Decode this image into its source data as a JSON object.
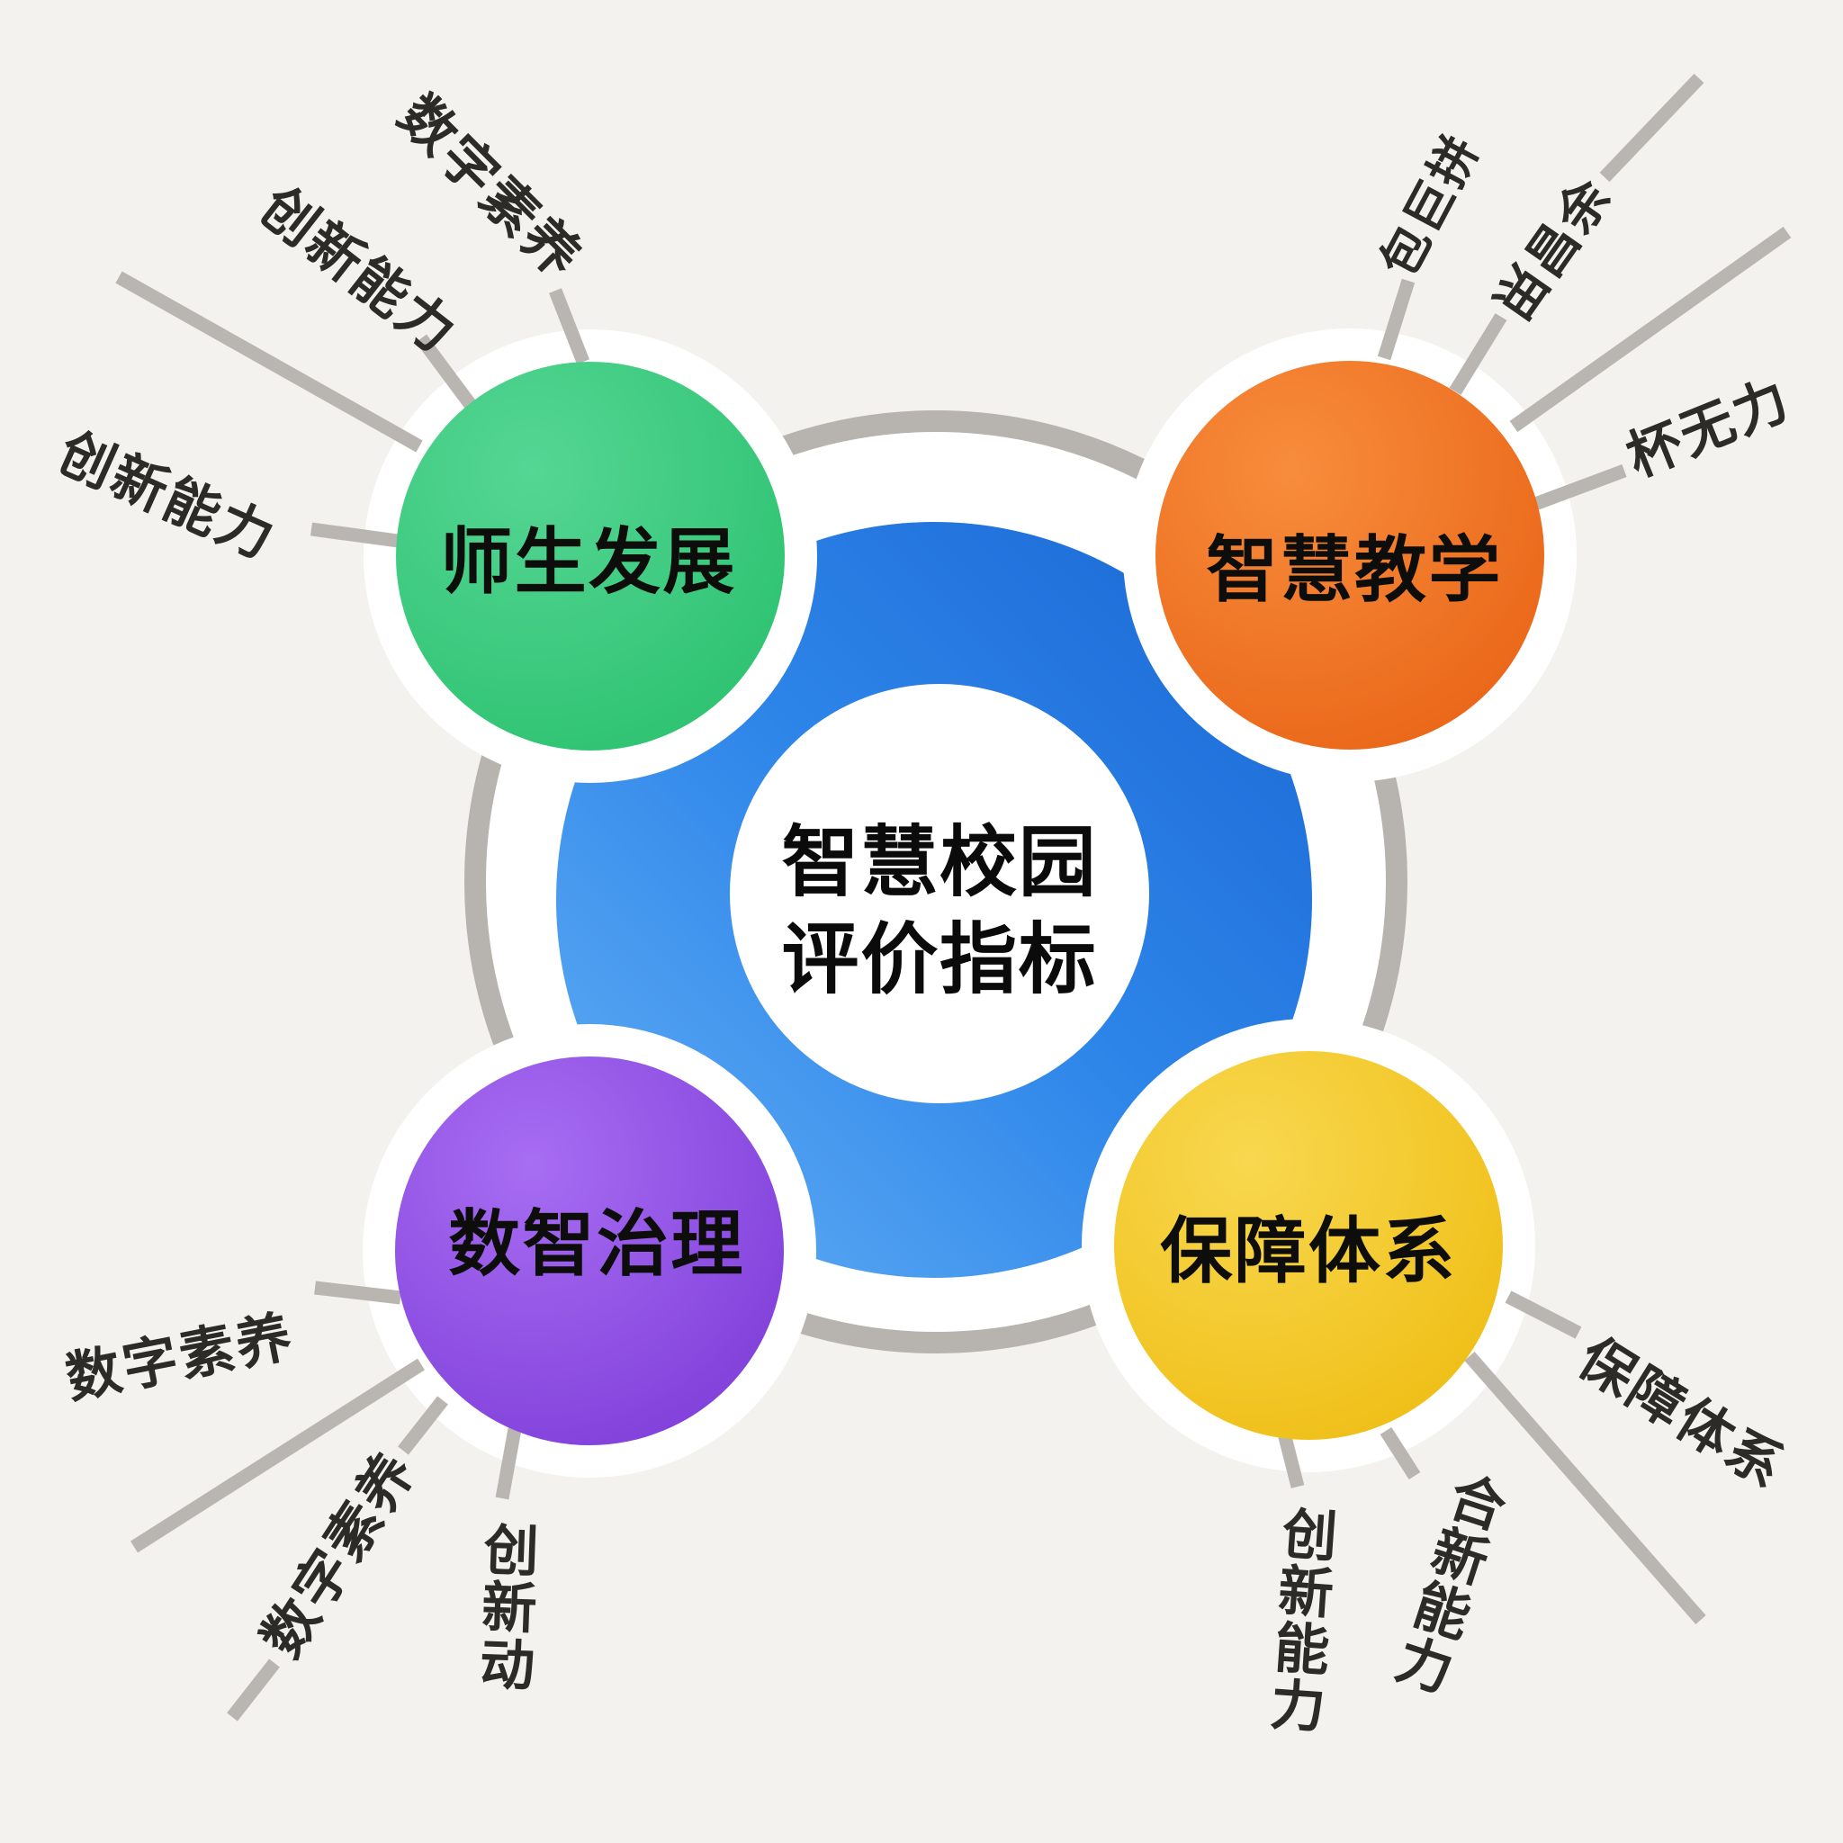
{
  "hub": {
    "title_line1": "智慧校园",
    "title_line2": "评价指标",
    "outer_color": "#2e86e9",
    "inner_color": "#ffffff"
  },
  "categories": [
    {
      "name": "师生发展",
      "color": "#3ecb80",
      "position": "top-left",
      "spoke_labels": [
        "数字素养",
        "创新能力",
        "创新能力"
      ]
    },
    {
      "name": "智慧教学",
      "color": "#f0731f",
      "position": "top-right",
      "spoke_labels": [
        "包巨拼",
        "畄昌余",
        "杯无力"
      ]
    },
    {
      "name": "数智治理",
      "color": "#8f4fe4",
      "position": "bottom-left",
      "spoke_labels": [
        "数字素养",
        "数字素养",
        "创新动"
      ]
    },
    {
      "name": "保障体系",
      "color": "#f4c81d",
      "position": "bottom-right",
      "spoke_labels": [
        "保障体系",
        "合新能力",
        "创新能力"
      ]
    }
  ],
  "styles": {
    "background": "#f4f2ee",
    "ring_color": "#b7b4b0",
    "spoke_color": "#b9b6b2",
    "label_color": "#2d2b28",
    "title_color": "#0b0b0b"
  }
}
